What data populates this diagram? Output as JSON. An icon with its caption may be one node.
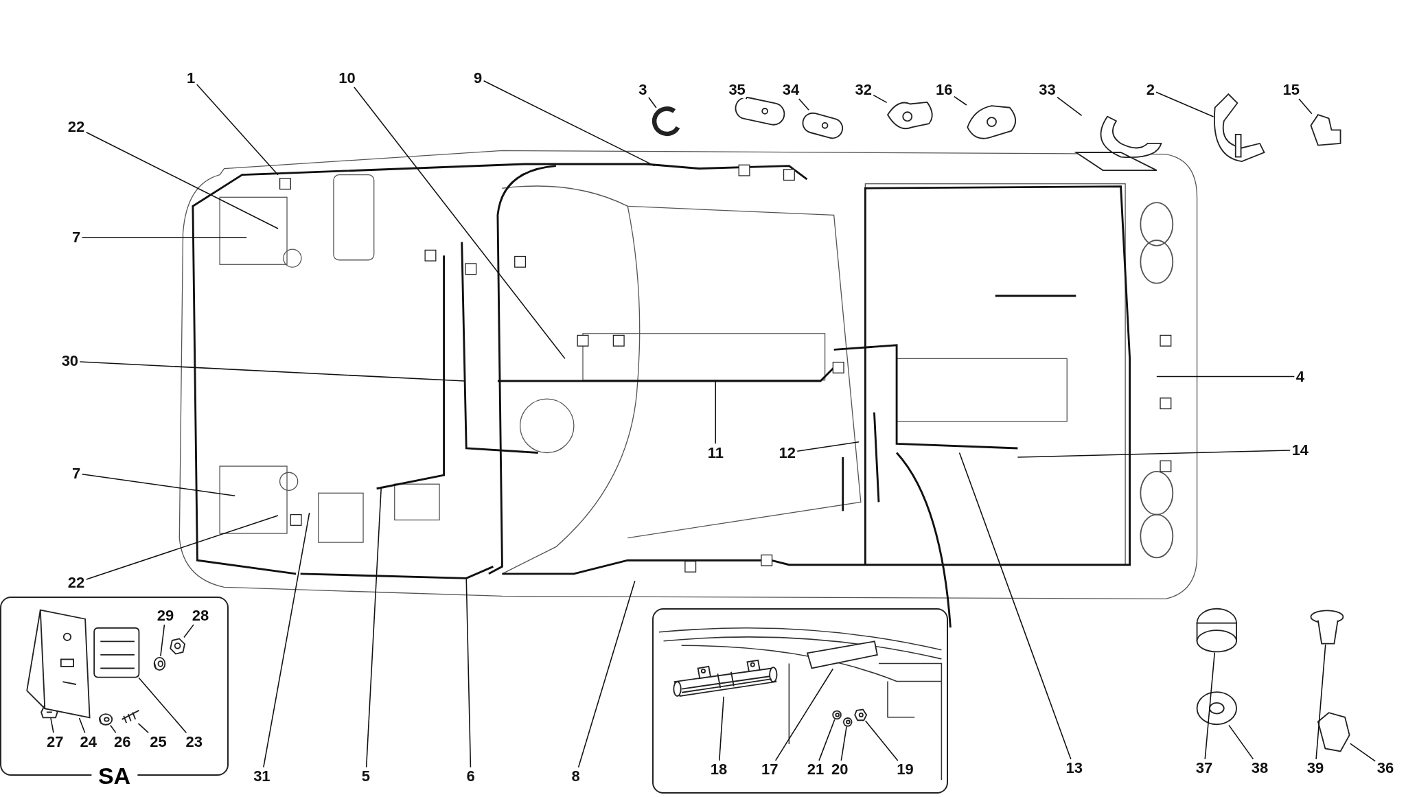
{
  "diagram": {
    "nodes": [
      {
        "text": [
          "1"
        ]
      },
      {
        "text": [
          "10"
        ]
      },
      {
        "text": [
          "9"
        ]
      },
      {
        "text": [
          "3"
        ]
      },
      {
        "text": [
          "35"
        ]
      },
      {
        "text": [
          "34"
        ]
      },
      {
        "text": [
          "32"
        ]
      },
      {
        "text": [
          "16"
        ]
      },
      {
        "text": [
          "33"
        ]
      },
      {
        "text": [
          "2"
        ]
      },
      {
        "text": [
          "15"
        ]
      },
      {
        "text": [
          "22"
        ]
      },
      {
        "text": [
          "7"
        ]
      },
      {
        "text": [
          "30"
        ]
      },
      {
        "text": [
          "4"
        ]
      },
      {
        "text": [
          "14"
        ]
      },
      {
        "text": [
          "11"
        ]
      },
      {
        "text": [
          "12"
        ]
      },
      {
        "text": [
          "7"
        ]
      },
      {
        "text": [
          "22"
        ]
      },
      {
        "text": [
          "SA"
        ]
      },
      {
        "text": [
          "29"
        ],
        "in": 20
      },
      {
        "text": [
          "28"
        ],
        "in": 20
      },
      {
        "text": [
          "23"
        ],
        "in": 20
      },
      {
        "text": [
          "27"
        ],
        "in": 20
      },
      {
        "text": [
          "24"
        ],
        "in": 20
      },
      {
        "text": [
          "26"
        ],
        "in": 20
      },
      {
        "text": [
          "25"
        ],
        "in": 20
      },
      {
        "text": [
          "31"
        ]
      },
      {
        "text": [
          "5"
        ]
      },
      {
        "text": [
          "6"
        ]
      },
      {
        "text": [
          "8"
        ]
      },
      {
        "text": [],
        "shape": "box"
      },
      {
        "text": [
          "18"
        ],
        "in": 32
      },
      {
        "text": [
          "17"
        ],
        "in": 32
      },
      {
        "text": [
          "21"
        ],
        "in": 32
      },
      {
        "text": [
          "20"
        ],
        "in": 32
      },
      {
        "text": [
          "19"
        ],
        "in": 32
      },
      {
        "text": [
          "13"
        ]
      },
      {
        "text": [
          "37"
        ]
      },
      {
        "text": [
          "38"
        ]
      },
      {
        "text": [
          "39"
        ]
      },
      {
        "text": [
          "36"
        ]
      },
      {
        "text": [],
        "shape": "picture"
      },
      {
        "text": [],
        "shape": "picture"
      },
      {
        "text": [],
        "shape": "picture"
      },
      {
        "text": [],
        "shape": "picture"
      },
      {
        "text": [],
        "shape": "picture"
      },
      {
        "text": [],
        "shape": "picture"
      },
      {
        "text": [],
        "shape": "picture"
      },
      {
        "text": [],
        "shape": "picture"
      },
      {
        "text": [],
        "shape": "picture",
        "in": 20
      },
      {
        "text": [],
        "shape": "picture",
        "in": 20
      },
      {
        "text": [],
        "shape": "picture",
        "in": 20
      },
      {
        "text": [],
        "shape": "picture",
        "in": 20
      },
      {
        "text": [],
        "shape": "picture",
        "in": 20
      },
      {
        "text": [],
        "shape": "picture",
        "in": 20
      },
      {
        "text": [],
        "shape": "picture",
        "in": 20
      },
      {
        "text": [],
        "shape": "picture",
        "in": 32
      },
      {
        "text": [],
        "shape": "picture",
        "in": 32
      },
      {
        "text": [],
        "shape": "picture",
        "in": 32
      },
      {
        "text": [],
        "shape": "picture",
        "in": 32
      },
      {
        "text": [],
        "shape": "picture",
        "in": 32
      },
      {
        "text": [],
        "shape": "picture"
      },
      {
        "text": [],
        "shape": "picture"
      },
      {
        "text": [],
        "shape": "picture"
      },
      {
        "text": [],
        "shape": "picture"
      }
    ],
    "edges": [
      {
        "from": 0,
        "to": null,
        "arrow": "none"
      },
      {
        "from": 1,
        "to": null,
        "arrow": "none"
      },
      {
        "from": 2,
        "to": null,
        "arrow": "none"
      },
      {
        "from": 3,
        "to": 43,
        "arrow": "none"
      },
      {
        "from": 4,
        "to": 44,
        "arrow": "none"
      },
      {
        "from": 5,
        "to": 45,
        "arrow": "none"
      },
      {
        "from": 6,
        "to": 46,
        "arrow": "none"
      },
      {
        "from": 7,
        "to": 47,
        "arrow": "none"
      },
      {
        "from": 8,
        "to": 48,
        "arrow": "none"
      },
      {
        "from": 9,
        "to": 49,
        "arrow": "none"
      },
      {
        "from": 10,
        "to": 50,
        "arrow": "none"
      },
      {
        "from": 11,
        "to": null,
        "arrow": "none"
      },
      {
        "from": 12,
        "to": null,
        "arrow": "none"
      },
      {
        "from": 13,
        "to": null,
        "arrow": "none"
      },
      {
        "from": 14,
        "to": null,
        "arrow": "none"
      },
      {
        "from": 15,
        "to": null,
        "arrow": "none"
      },
      {
        "from": 16,
        "to": null,
        "arrow": "none"
      },
      {
        "from": 17,
        "to": null,
        "arrow": "none"
      },
      {
        "from": 18,
        "to": null,
        "arrow": "none"
      },
      {
        "from": 19,
        "to": null,
        "arrow": "none"
      },
      {
        "from": 21,
        "to": 51,
        "arrow": "none"
      },
      {
        "from": 22,
        "to": 52,
        "arrow": "none"
      },
      {
        "from": 23,
        "to": 53,
        "arrow": "none"
      },
      {
        "from": 24,
        "to": 54,
        "arrow": "none"
      },
      {
        "from": 25,
        "to": 55,
        "arrow": "none"
      },
      {
        "from": 26,
        "to": 56,
        "arrow": "none"
      },
      {
        "from": 27,
        "to": 57,
        "arrow": "none"
      },
      {
        "from": 28,
        "to": null,
        "arrow": "none"
      },
      {
        "from": 29,
        "to": null,
        "arrow": "none"
      },
      {
        "from": 30,
        "to": null,
        "arrow": "none"
      },
      {
        "from": 31,
        "to": null,
        "arrow": "none"
      },
      {
        "from": 33,
        "to": 58,
        "arrow": "none"
      },
      {
        "from": 34,
        "to": 59,
        "arrow": "none"
      },
      {
        "from": 35,
        "to": 60,
        "arrow": "none"
      },
      {
        "from": 36,
        "to": 61,
        "arrow": "none"
      },
      {
        "from": 37,
        "to": 62,
        "arrow": "none"
      },
      {
        "from": 38,
        "to": null,
        "arrow": "none"
      },
      {
        "from": 39,
        "to": 63,
        "arrow": "none"
      },
      {
        "from": 40,
        "to": 64,
        "arrow": "none"
      },
      {
        "from": 41,
        "to": 65,
        "arrow": "none"
      },
      {
        "from": 42,
        "to": 66,
        "arrow": "none"
      }
    ]
  }
}
